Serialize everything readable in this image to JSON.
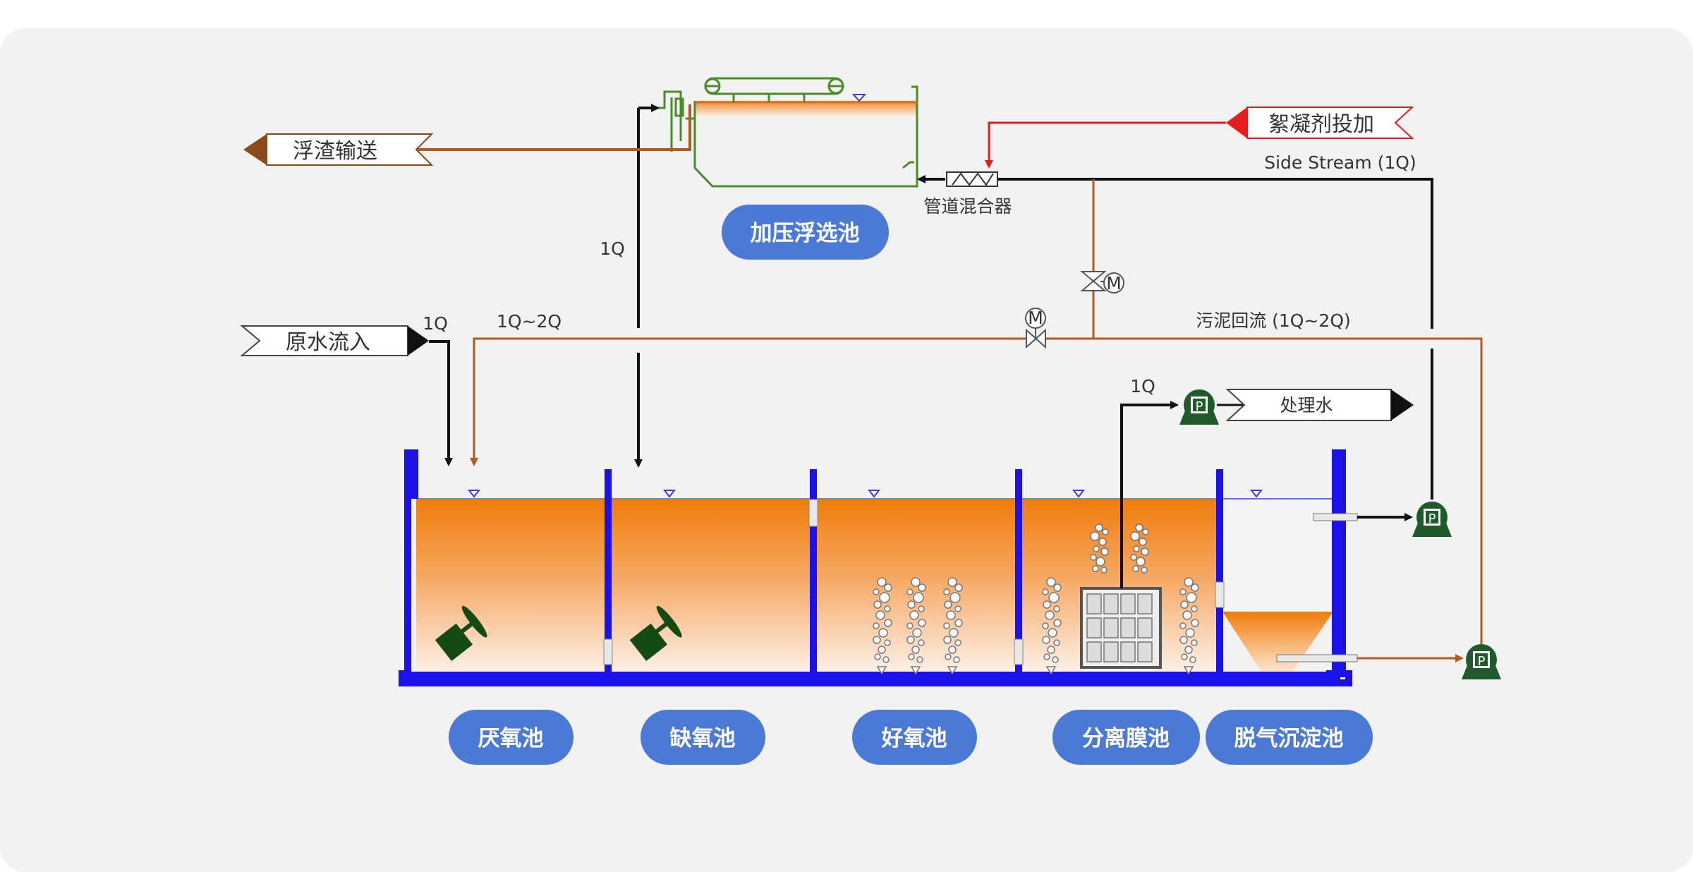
{
  "colors": {
    "background": "#f2f2f2",
    "tank_wall": "#1a12e6",
    "liquid_top": "#f2800c",
    "pill_fill": "#4a7ad6",
    "pill_text": "#ffffff",
    "sludge_line": "#b35a1f",
    "pipe_black": "#111111",
    "coagulant_red": "#e81c1c",
    "flotation_green": "#4c8a2a",
    "pump_green": "#1f5a2a"
  },
  "units": {
    "anaerobic": "厌氧池",
    "anoxic": "缺氧池",
    "aerobic": "好氧池",
    "membrane": "分离膜池",
    "degas_settling": "脱气沉淀池",
    "dissolved_air_flotation": "加压浮选池"
  },
  "flows": {
    "raw_water_in": "原水流入",
    "scum_out": "浮渣输送",
    "coagulant_dosing": "絮凝剂投加",
    "treated_water": "处理水"
  },
  "labels": {
    "inflow_rate": "1Q",
    "return_rate_left": "1Q~2Q",
    "flotation_return_rate": "1Q",
    "membrane_out_rate": "1Q",
    "side_stream": "Side Stream (1Q)",
    "sludge_return": "污泥回流 (1Q~2Q)",
    "pipe_mixer": "管道混合器",
    "pump_symbol": "P",
    "motor_symbol": "M"
  },
  "icons": [
    "mixer-icon",
    "pump-icon",
    "motor-valve-icon",
    "diffuser-bubbles-icon",
    "membrane-module-icon",
    "pipe-mixer-icon",
    "water-level-icon"
  ]
}
